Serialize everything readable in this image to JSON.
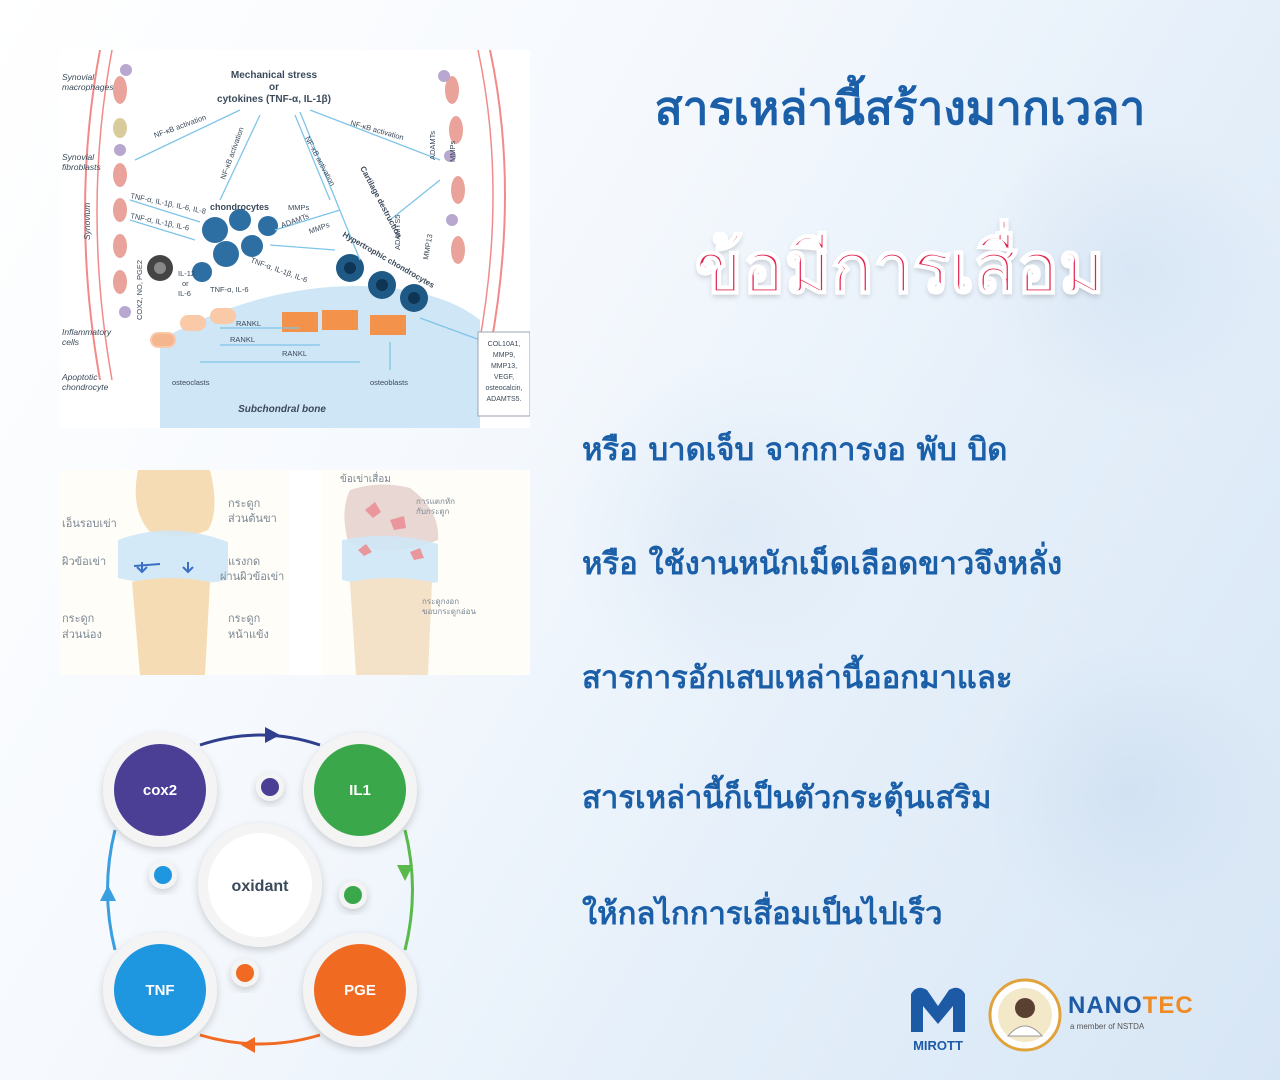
{
  "pathway": {
    "title_line1": "Mechanical stress",
    "title_line2": "or",
    "title_line3": "cytokines (TNF-α, IL-1β)",
    "synovial_macrophages_1": "Synovial",
    "synovial_macrophages_2": "macrophages",
    "synovial_fibroblasts_1": "Synovial",
    "synovial_fibroblasts_2": "fibroblasts",
    "synovium": "Synovium",
    "inflammatory_cells_1": "Inflammatory",
    "inflammatory_cells_2": "cells",
    "apoptotic_1": "Apoptotic",
    "apoptotic_2": "chondrocyte",
    "nfkb_1": "NF-κB activation",
    "nfkb_2": "NF-κB activation",
    "nfkb_3": "NF-κB activation",
    "nfkb_4": "NF-κB activation",
    "cytokines_1": "TNF-α, IL-1β, IL-6, IL-8",
    "cytokines_2": "TNF-α, IL-1β, IL-6",
    "cytokines_3": "TNF-α, IL-1β, IL-6",
    "cytokines_4": "TNF-α, IL-6",
    "chondrocytes": "chondrocytes",
    "mmps_1": "MMPs",
    "adamts_1": "ADAMTs",
    "mmps_2": "MMPs",
    "adamts_2": "ADAMTs",
    "mmps_3": "MMPs",
    "adamts5": "ADAMTS5",
    "mmp13": "MMP13",
    "cartilage_destruction": "Cartilage destruction",
    "hypertrophic": "Hypertrophic chondrocytes",
    "cox_no": "COX2, NO, PGE2",
    "il12": "IL-12",
    "or": "or",
    "il6": "IL-6",
    "rankl_1": "RANKL",
    "rankl_2": "RANKL",
    "rankl_3": "RANKL",
    "osteoclasts": "osteoclasts",
    "osteoblasts": "osteoblasts",
    "subchondral": "Subchondral bone",
    "markers": [
      "COL10A1,",
      "MMP9,",
      "MMP13,",
      "VEGF,",
      "osteocalcin,",
      "ADAMTS5."
    ]
  },
  "knees": {
    "label_cartilage_cap": "เอ็นรอบเข่า",
    "label_joint": "ผิวข้อเข่า",
    "label_shin": "กระดูก",
    "label_shin_2": "ส่วนน่อง",
    "label_femur": "กระดูก",
    "label_femur_2": "ส่วนต้นขา",
    "label_force": "แรงกด",
    "label_force_2": "ผ่านผิวข้อเข่า",
    "label_tibia": "กระดูก",
    "label_tibia_2": "หน้าแข้ง",
    "label_damaged_title": "ข้อเข่าเสื่อม",
    "label_damaged_1": "การแตกหัก",
    "label_damaged_2": "กับกระดูก",
    "label_damaged_3": "กระดูกงอก",
    "label_damaged_4": "ขอบกระดูกอ่อน"
  },
  "cycle": {
    "nodes": [
      "cox2",
      "IL1",
      "PGE",
      "TNF",
      "oxidant"
    ],
    "colors": {
      "cox2": "#4a3f94",
      "IL1": "#3aa84a",
      "PGE": "#f06a22",
      "TNF": "#1e96e0",
      "arrow_top": "#2f3f8e",
      "arrow_right": "#59b94a",
      "arrow_bottom": "#f26a22",
      "arrow_left": "#3a9fe0"
    }
  },
  "text": {
    "title_line1": "สารเหล่านี้สร้างมากเวลา",
    "title_line2": "ข้อมีการเสื่อม",
    "body": [
      "หรือ บาดเจ็บ จากการงอ พับ บิด",
      "หรือ ใช้งานหนักเม็ดเลือดขาวจึงหลั่ง",
      "สารการอักเสบเหล่านี้ออกมาและ",
      "สารเหล่านี้ก็เป็นตัวกระตุ้นเสริม",
      "ให้กลไกการเสื่อมเป็นไปเร็ว"
    ],
    "colors": {
      "title_blue": "#1a5fa8",
      "title_red": "#e3234f"
    }
  },
  "logos": {
    "mirott": "MIROTT",
    "nanotec_1": "NANO",
    "nanotec_2": "TEC",
    "nanotec_sub": "a member of NSTDA"
  }
}
